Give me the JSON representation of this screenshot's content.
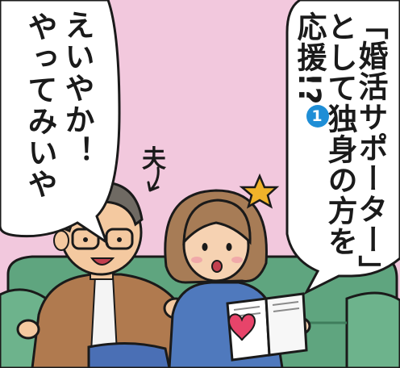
{
  "title_bubble": {
    "lines": [
      "「婚活サポーター」",
      "として独身の方を",
      "応援!?"
    ],
    "episode_badge": "1"
  },
  "speech_bubble": {
    "lines": [
      "えいやか！",
      "やってみいや"
    ]
  },
  "husband_label": "夫",
  "colors": {
    "background": "#f2c8dd",
    "sofa": "#5fa57f",
    "badge": "#1f8ed6",
    "heart": "#e7446a"
  }
}
